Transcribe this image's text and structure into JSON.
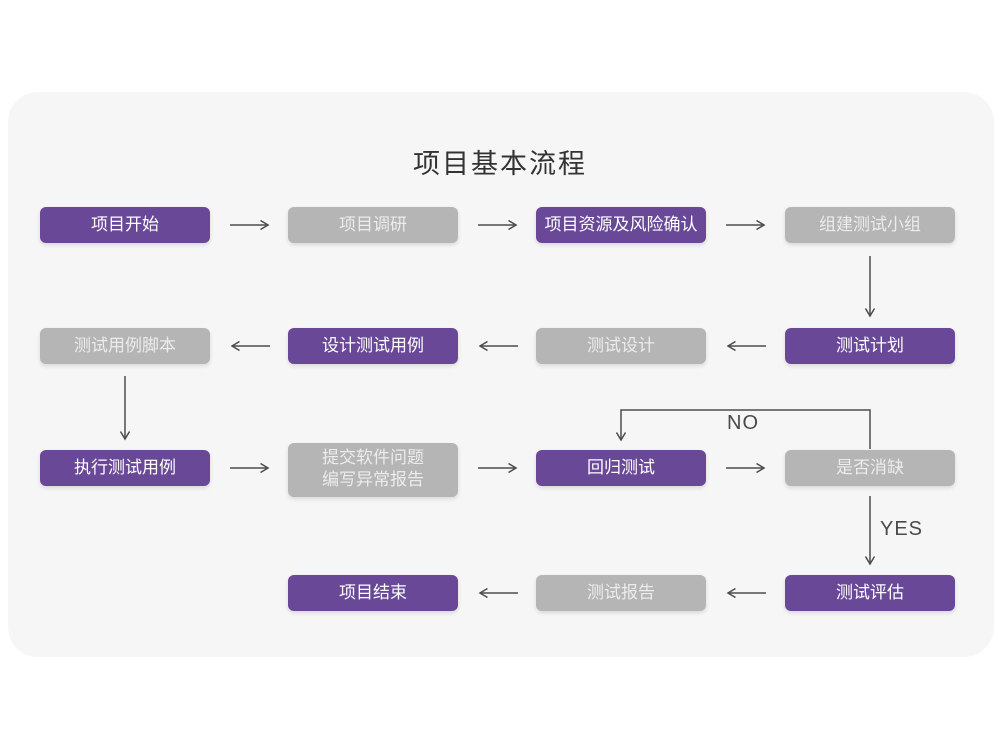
{
  "title": "项目基本流程",
  "labels": {
    "no": "NO",
    "yes": "YES"
  },
  "colors": {
    "page_bg": "#ffffff",
    "card_bg": "#f6f6f6",
    "node_purple": "#6a4898",
    "node_gray": "#b5b5b5",
    "node_text_purple": "#ffffff",
    "node_text_gray": "#ececec",
    "arrow": "#4d4d4d",
    "title_text": "#333333"
  },
  "nodes": [
    {
      "id": "project-start",
      "label": "项目开始",
      "variant": "purple"
    },
    {
      "id": "project-research",
      "label": "项目调研",
      "variant": "gray"
    },
    {
      "id": "resources-risk",
      "label": "项目资源及风险确认",
      "variant": "purple"
    },
    {
      "id": "build-test-team",
      "label": "组建测试小组",
      "variant": "gray"
    },
    {
      "id": "test-plan",
      "label": "测试计划",
      "variant": "purple"
    },
    {
      "id": "test-design",
      "label": "测试设计",
      "variant": "gray"
    },
    {
      "id": "design-test-cases",
      "label": "设计测试用例",
      "variant": "purple"
    },
    {
      "id": "test-case-script",
      "label": "测试用例脚本",
      "variant": "gray"
    },
    {
      "id": "execute-test-cases",
      "label": "执行测试用例",
      "variant": "purple"
    },
    {
      "id": "submit-issue-report",
      "label": "提交软件问题\n编写异常报告",
      "variant": "gray"
    },
    {
      "id": "regression-test",
      "label": "回归测试",
      "variant": "purple"
    },
    {
      "id": "defect-cleared",
      "label": "是否消缺",
      "variant": "gray"
    },
    {
      "id": "test-evaluation",
      "label": "测试评估",
      "variant": "purple"
    },
    {
      "id": "test-report",
      "label": "测试报告",
      "variant": "gray"
    },
    {
      "id": "project-end",
      "label": "项目结束",
      "variant": "purple"
    }
  ],
  "edges": [
    {
      "from": "project-start",
      "to": "project-research"
    },
    {
      "from": "project-research",
      "to": "resources-risk"
    },
    {
      "from": "resources-risk",
      "to": "build-test-team"
    },
    {
      "from": "build-test-team",
      "to": "test-plan"
    },
    {
      "from": "test-plan",
      "to": "test-design"
    },
    {
      "from": "test-design",
      "to": "design-test-cases"
    },
    {
      "from": "design-test-cases",
      "to": "test-case-script"
    },
    {
      "from": "test-case-script",
      "to": "execute-test-cases"
    },
    {
      "from": "execute-test-cases",
      "to": "submit-issue-report"
    },
    {
      "from": "submit-issue-report",
      "to": "regression-test"
    },
    {
      "from": "regression-test",
      "to": "defect-cleared"
    },
    {
      "from": "defect-cleared",
      "to": "regression-test",
      "label": "NO"
    },
    {
      "from": "defect-cleared",
      "to": "test-evaluation",
      "label": "YES"
    },
    {
      "from": "test-evaluation",
      "to": "test-report"
    },
    {
      "from": "test-report",
      "to": "project-end"
    }
  ]
}
